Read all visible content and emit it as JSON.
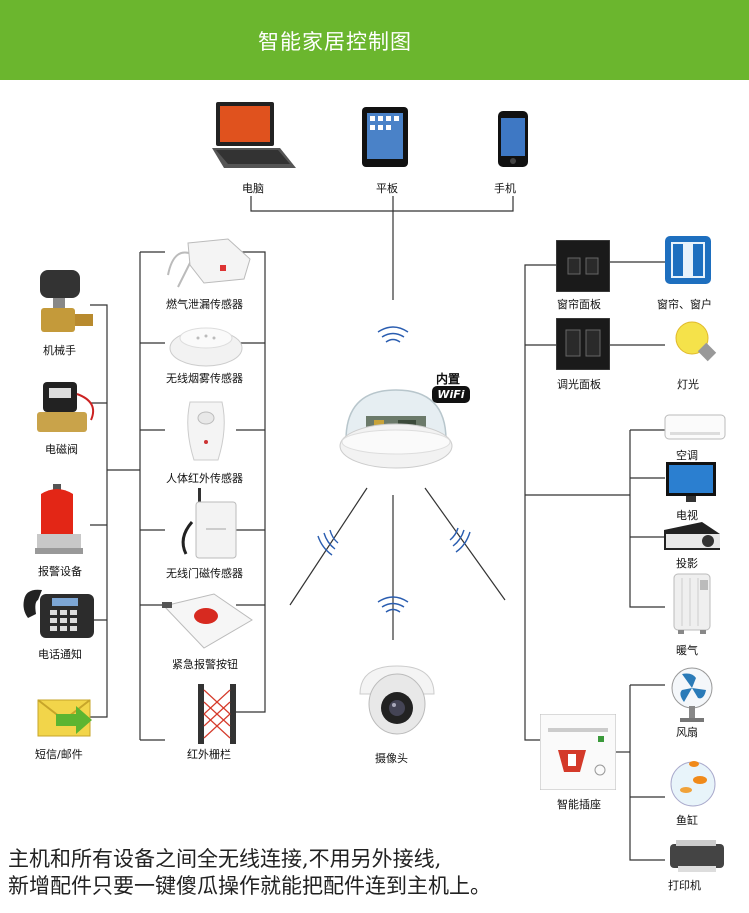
{
  "header": {
    "title": "智能家居控制图"
  },
  "top_devices": [
    {
      "label": "电脑"
    },
    {
      "label": "平板"
    },
    {
      "label": "手机"
    }
  ],
  "left_outer": [
    {
      "label": "机械手"
    },
    {
      "label": "电磁阀"
    },
    {
      "label": "报警设备"
    },
    {
      "label": "电话通知"
    },
    {
      "label": "短信/邮件"
    }
  ],
  "left_inner": [
    {
      "label": "燃气泄漏传感器"
    },
    {
      "label": "无线烟雾传感器"
    },
    {
      "label": "人体红外传感器"
    },
    {
      "label": "无线门磁传感器"
    },
    {
      "label": "紧急报警按钮"
    },
    {
      "label": "红外栅栏"
    }
  ],
  "right_panels": [
    {
      "label": "窗帘面板"
    },
    {
      "label": "调光面板"
    },
    {
      "label": "智能插座"
    }
  ],
  "right_devices": [
    {
      "label": "窗帘、窗户"
    },
    {
      "label": "灯光"
    },
    {
      "label": "空调"
    },
    {
      "label": "电视"
    },
    {
      "label": "投影"
    },
    {
      "label": "暖气"
    },
    {
      "label": "风扇"
    },
    {
      "label": "鱼缸"
    },
    {
      "label": "打印机"
    }
  ],
  "hub": {
    "builtin_label": "内置",
    "wifi_label": "WiFi"
  },
  "camera": {
    "label": "摄像头"
  },
  "caption": {
    "line1": "主机和所有设备之间全无线连接,不用另外接线,",
    "line2": "新增配件只要一键傻瓜操作就能把配件连到主机上。"
  },
  "colors": {
    "header": "#6bb62e",
    "lines": "#333333",
    "wifi_waves": "#2a5db0"
  }
}
